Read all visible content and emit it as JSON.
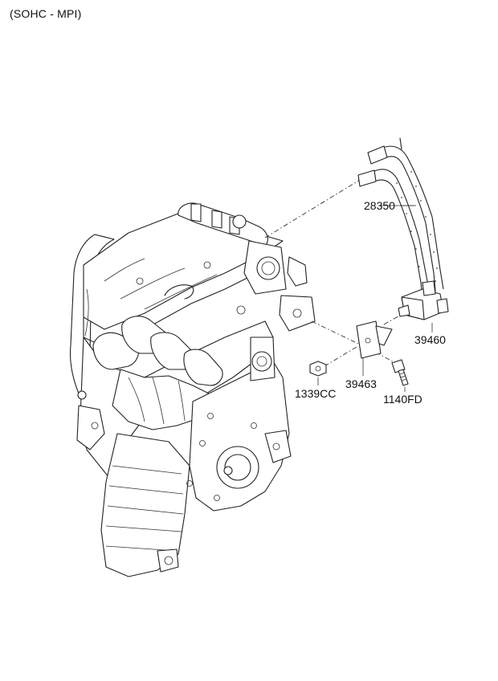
{
  "caption": "(SOHC - MPI)",
  "parts": [
    {
      "id": "hose",
      "number": "28350"
    },
    {
      "id": "valve",
      "number": "39460"
    },
    {
      "id": "bracket",
      "number": "39463"
    },
    {
      "id": "nut",
      "number": "1339CC"
    },
    {
      "id": "bolt",
      "number": "1140FD"
    }
  ]
}
